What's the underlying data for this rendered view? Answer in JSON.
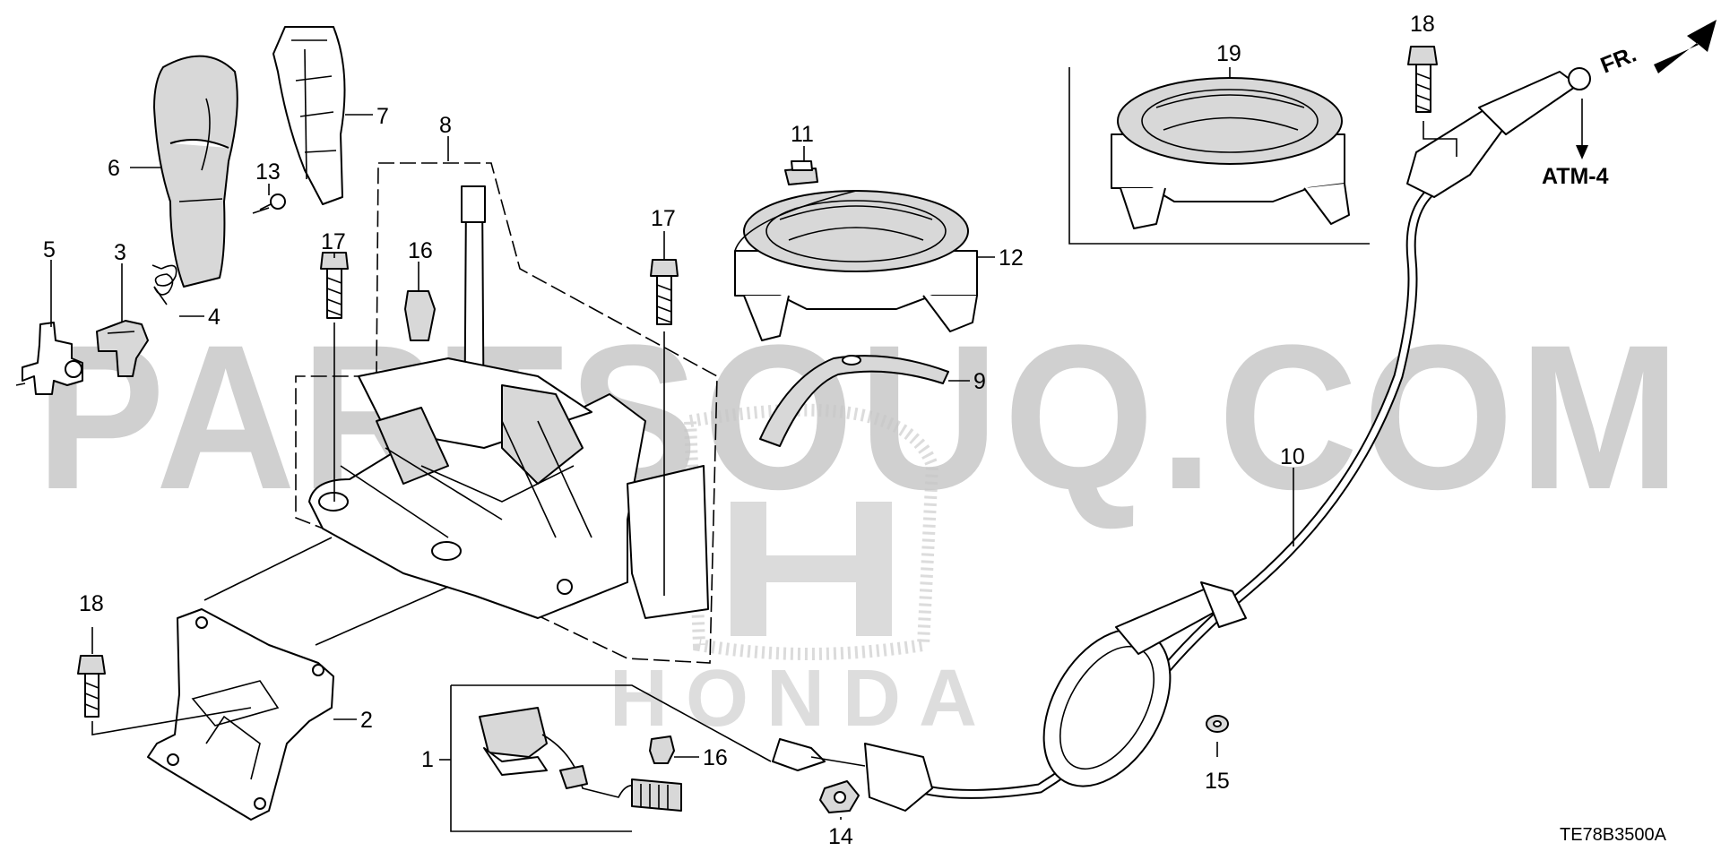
{
  "watermark": {
    "site_text": "PARTSOUQ.COM",
    "brand_text": "HONDA",
    "brand_mark": "H"
  },
  "callouts": {
    "c1": "1",
    "c2": "2",
    "c3": "3",
    "c4": "4",
    "c5": "5",
    "c6": "6",
    "c7": "7",
    "c8": "8",
    "c9": "9",
    "c10": "10",
    "c11": "11",
    "c12": "12",
    "c13": "13",
    "c14": "14",
    "c15": "15",
    "c16a": "16",
    "c16b": "16",
    "c17a": "17",
    "c17b": "17",
    "c18a": "18",
    "c18b": "18",
    "c19": "19"
  },
  "front_direction": "FR.",
  "reference_tag": "ATM-4",
  "diagram_code": "TE78B3500A",
  "colors": {
    "line": "#000000",
    "watermark": "#c8c8c8",
    "background": "#ffffff"
  }
}
